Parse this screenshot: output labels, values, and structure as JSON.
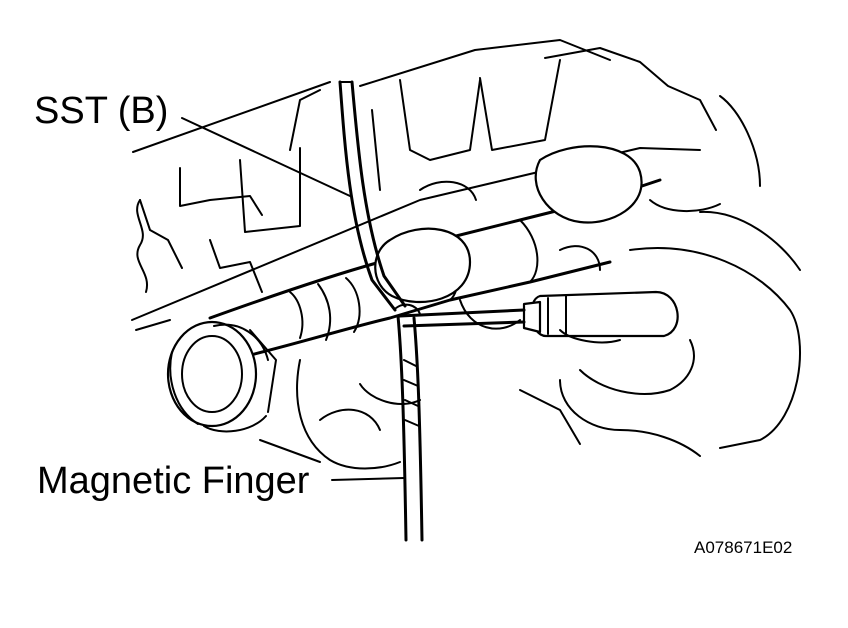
{
  "callouts": {
    "sst_b": "SST (B)",
    "magnetic_finger": "Magnetic Finger"
  },
  "figure_code": "A078671E02",
  "colors": {
    "ink": "#000000",
    "paper": "#ffffff"
  }
}
